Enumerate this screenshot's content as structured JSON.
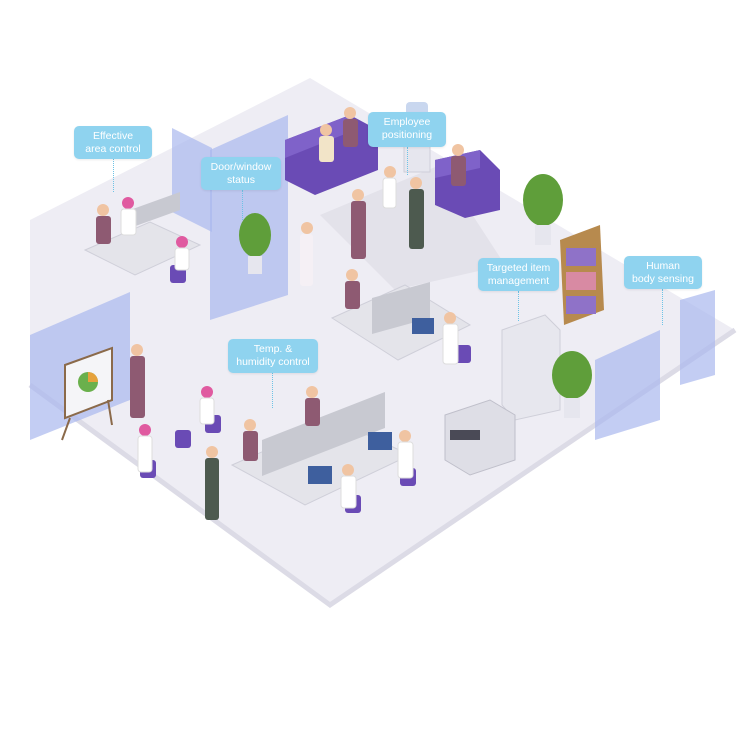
{
  "labels": {
    "effective_area_control": [
      "Effective",
      "area control"
    ],
    "door_window_status": [
      "Door/window",
      "status"
    ],
    "employee_positioning": [
      "Employee",
      "positioning"
    ],
    "targeted_item_management": [
      "Targeted item",
      "management"
    ],
    "human_body_sensing": [
      "Human",
      "body sensing"
    ],
    "temp_humidity_control": [
      "Temp. &",
      "humidity control"
    ]
  },
  "colors": {
    "floor": "#eeedf4",
    "floor_edge": "#dcdbe6",
    "glass": "#aab8ee",
    "callout": "#8fd3ef",
    "sofa": "#6a4bb5",
    "jacket": "#8e5a72",
    "desk": "#e4e4ea",
    "partition": "#c8c9d1",
    "plant": "#5f9e3a",
    "bookshelf": "#b78a4e"
  }
}
